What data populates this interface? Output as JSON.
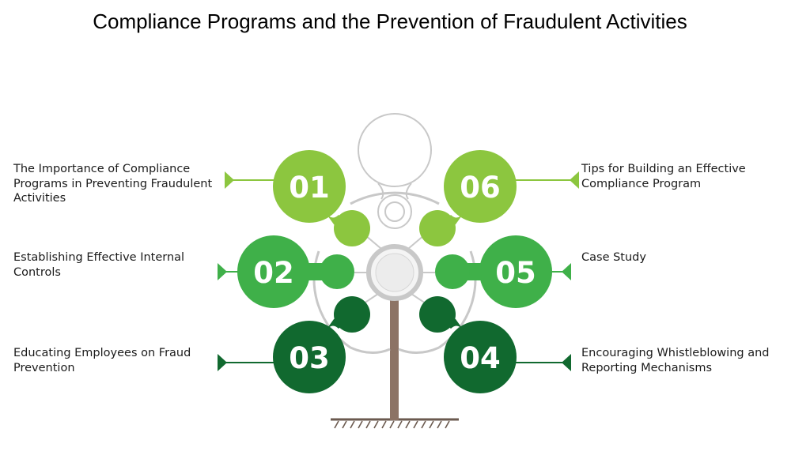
{
  "title": "Compliance Programs and the Prevention of Fraudulent Activities",
  "colors": {
    "light_green": "#8cc63f",
    "mid_green": "#3fb049",
    "dark_green": "#11692f",
    "trunk": "#8c7365",
    "outline_gray": "#c8c8c8"
  },
  "items": [
    {
      "number": "01",
      "label": "The Importance of Compliance Programs in Preventing Fraudulent Activities"
    },
    {
      "number": "02",
      "label": "Establishing Effective Internal Controls"
    },
    {
      "number": "03",
      "label": "Educating Employees on Fraud Prevention"
    },
    {
      "number": "04",
      "label": "Encouraging Whistleblowing and Reporting Mechanisms"
    },
    {
      "number": "05",
      "label": "Case Study"
    },
    {
      "number": "06",
      "label": "Tips for Building an Effective Compliance Program"
    }
  ]
}
